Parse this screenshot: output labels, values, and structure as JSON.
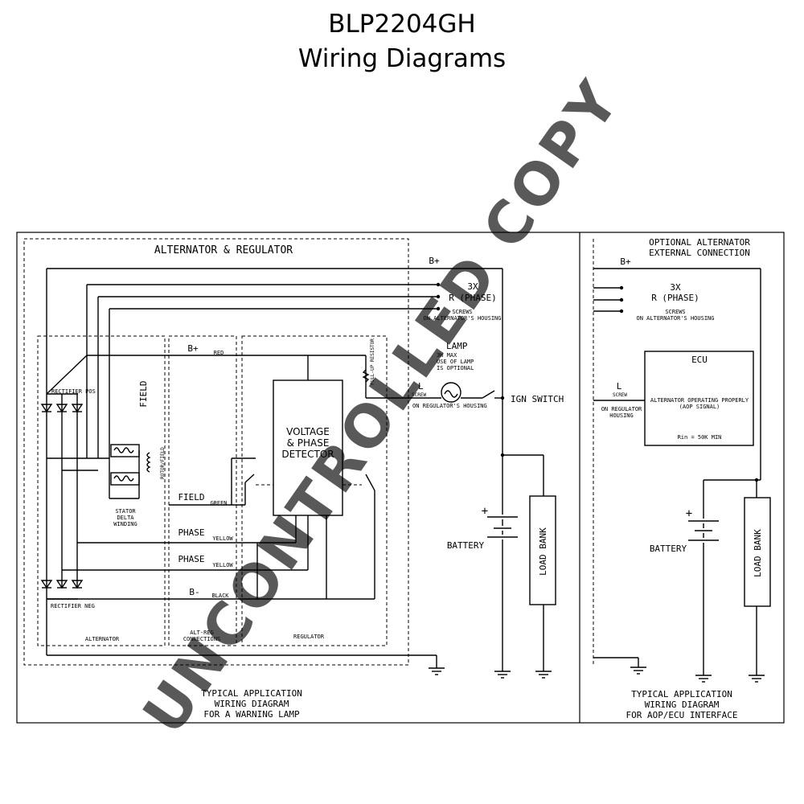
{
  "header": {
    "title": "BLP2204GH",
    "subtitle": "Wiring Diagrams"
  },
  "watermark": "UNCONTROLLED COPY",
  "left_diagram": {
    "box_title": "ALTERNATOR & REGULATOR",
    "b_plus": "B+",
    "three_x": "3X",
    "r_phase": "R (PHASE)",
    "screws_1": "SCREWS",
    "screws_2": "ON ALTERNATOR'S HOUSING",
    "lamp": "LAMP",
    "lamp_note_1": "3W MAX",
    "lamp_note_2": "USE OF LAMP",
    "lamp_note_3": "IS OPTIONAL",
    "l_terminal": "L",
    "l_screw": "SCREW",
    "l_housing": "ON REGULATOR'S HOUSING",
    "ign_switch": "IGN SWITCH",
    "battery": "BATTERY",
    "load_bank": "LOAD BANK",
    "rectifier_pos": "RECTIFIER POS",
    "rectifier_neg": "RECTIFIER NEG",
    "field_vertical": "FIELD",
    "rotor_field": "ROTOR/FIELD",
    "stator_1": "STATOR",
    "stator_2": "DELTA",
    "stator_3": "WINDING",
    "alternator": "ALTERNATOR",
    "alt_reg_1": "ALT-REG",
    "alt_reg_2": "CONNECTIONS",
    "regulator": "REGULATOR",
    "b_plus_inner": "B+",
    "red": "RED",
    "field": "FIELD",
    "green": "GREEN",
    "phase_1": "PHASE",
    "yellow_1": "YELLOW",
    "phase_2": "PHASE",
    "yellow_2": "YELLOW",
    "b_minus": "B-",
    "black": "BLACK",
    "vpd_1": "VOLTAGE",
    "vpd_2": "& PHASE",
    "vpd_3": "DETECTOR",
    "pullup": "PULL-UP RESISTOR",
    "caption_1": "TYPICAL APPLICATION",
    "caption_2": "WIRING DIAGRAM",
    "caption_3": "FOR A WARNING LAMP"
  },
  "right_diagram": {
    "title_1": "OPTIONAL ALTERNATOR",
    "title_2": "EXTERNAL CONNECTION",
    "b_plus": "B+",
    "three_x": "3X",
    "r_phase": "R (PHASE)",
    "screws_1": "SCREWS",
    "screws_2": "ON ALTERNATOR'S HOUSING",
    "l_terminal": "L",
    "l_screw": "SCREW",
    "l_reg_1": "ON REGULATOR",
    "l_reg_2": "HOUSING",
    "ecu": "ECU",
    "ecu_note_1": "ALTERNATOR OPERATING PROPERLY",
    "ecu_note_2": "(AOP SIGNAL)",
    "rin": "Rin = 50K MIN",
    "battery": "BATTERY",
    "load_bank": "LOAD BANK",
    "caption_1": "TYPICAL APPLICATION",
    "caption_2": "WIRING DIAGRAM",
    "caption_3": "FOR AOP/ECU INTERFACE"
  }
}
